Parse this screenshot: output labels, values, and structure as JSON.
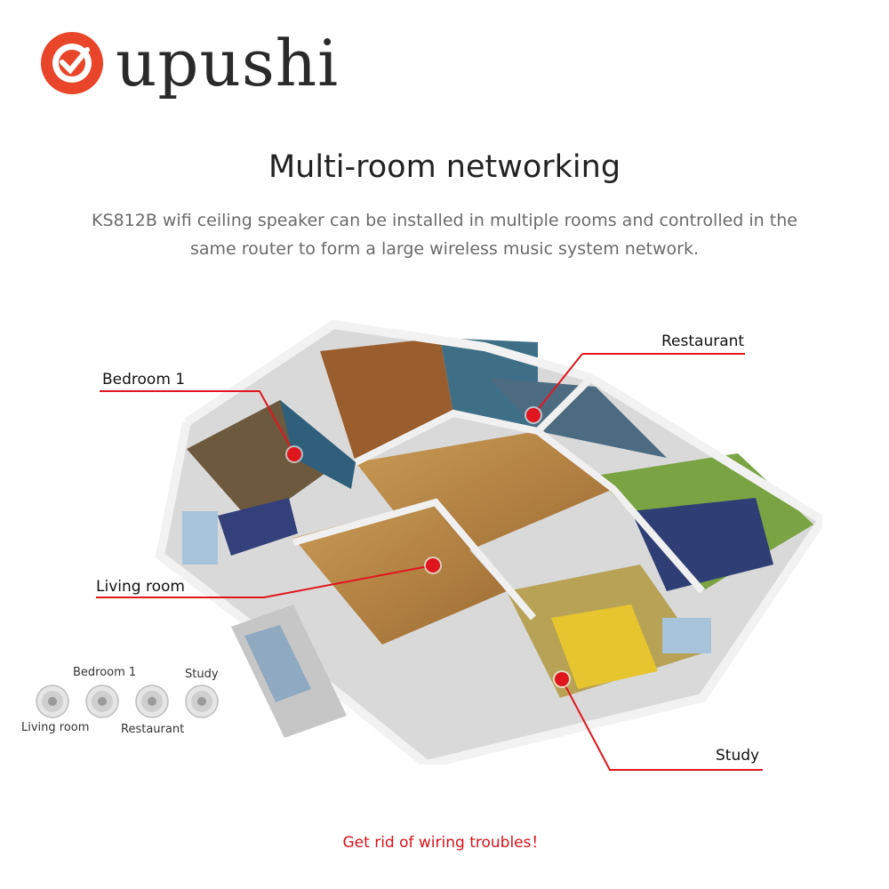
{
  "brand": {
    "name": "upushi",
    "accent": "#e8452a"
  },
  "headline": "Multi-room networking",
  "description": {
    "line1": "KS812B wifi ceiling speaker can be installed in multiple rooms and controlled in the",
    "line2": "same router to form a large wireless music system network."
  },
  "rooms": {
    "restaurant": "Restaurant",
    "bedroom1": "Bedroom 1",
    "living_room": "Living room",
    "study": "Study"
  },
  "speakers": {
    "bedroom1": "Bedroom 1",
    "study": "Study",
    "living_room": "Living room",
    "restaurant": "Restaurant"
  },
  "footer": "Get rid of wiring troubles！",
  "colors": {
    "pin": "#e0161f",
    "footer": "#d8121b",
    "leader": "#e0161f"
  }
}
